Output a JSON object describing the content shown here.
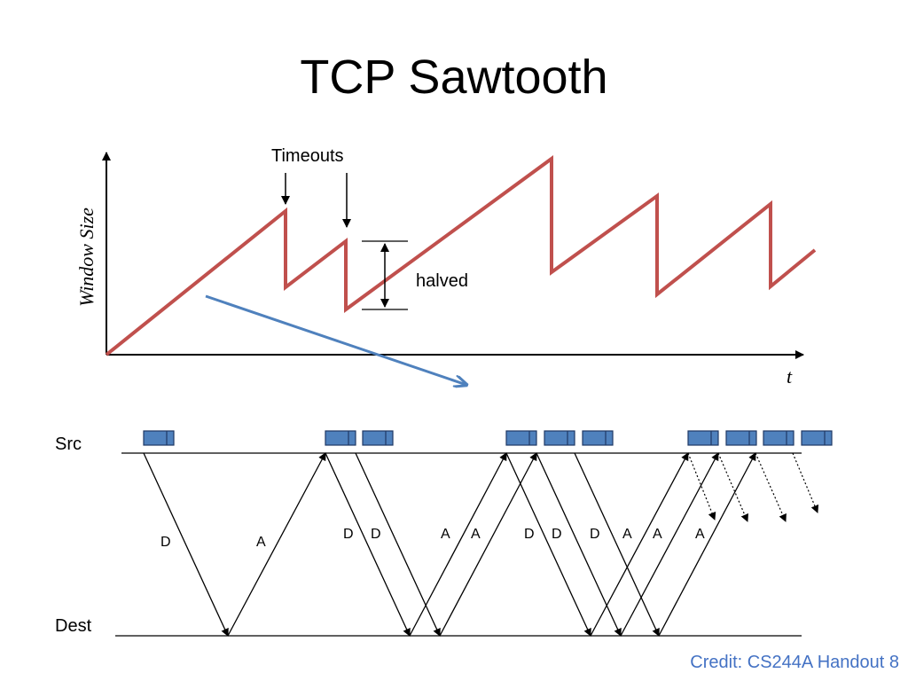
{
  "title": "TCP Sawtooth",
  "sawtooth_chart": {
    "ylabel": "Window Size",
    "xlabel": "t",
    "annotations": {
      "timeouts": "Timeouts",
      "halved": "halved"
    }
  },
  "timeline": {
    "src_label": "Src",
    "dest_label": "Dest",
    "data_label": "D",
    "ack_label": "A"
  },
  "credit": "Credit: CS244A Handout 8",
  "colors": {
    "sawtooth_line": "#c0504d",
    "pointer_arrow": "#4f81bd",
    "packet_fill": "#4f81bd",
    "packet_border": "#1f3864",
    "credit_text": "#4472c4"
  }
}
